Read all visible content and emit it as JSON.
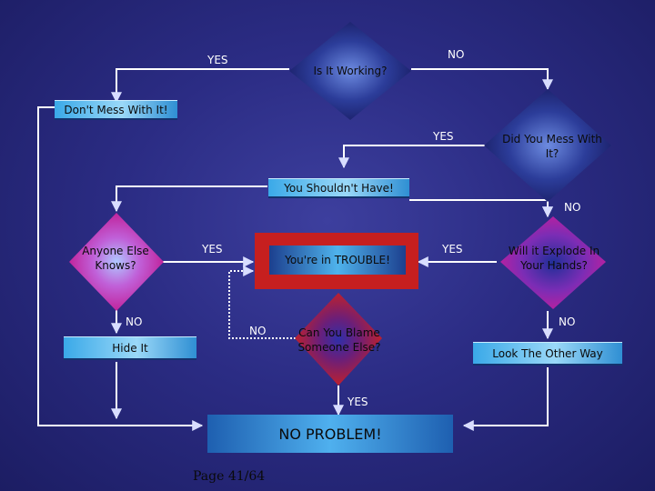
{
  "nodes": {
    "is_it_working": "Is It Working?",
    "dont_mess": "Don't Mess With It!",
    "did_you_mess": "Did You Mess With It?",
    "you_shouldnt": "You Shouldn't Have!",
    "anyone_else": "Anyone Else Knows?",
    "youre_in_trouble": "You're in TROUBLE!",
    "will_it_explode": "Will it Explode In Your Hands?",
    "hide_it": "Hide It",
    "can_you_blame": "Can You Blame Someone Else?",
    "look_other_way": "Look The Other Way",
    "no_problem": "NO PROBLEM!"
  },
  "edge_labels": {
    "working_yes": "YES",
    "working_no": "NO",
    "mess_yes": "YES",
    "mess_no": "NO",
    "anyone_yes": "YES",
    "anyone_no": "NO",
    "blame_no": "NO",
    "blame_yes": "YES",
    "explode_yes": "YES",
    "explode_no": "NO"
  },
  "footer": {
    "page": "Page 41/64"
  },
  "colors": {
    "background": "#2b2c84",
    "line": "#ffffff",
    "arrow": "#cfd6ff",
    "cyan_box": "#7cc8f2",
    "diamond_magenta": "#d21ea6",
    "diamond_red": "#c61f1f",
    "problem_box": "#2e8fd2"
  }
}
